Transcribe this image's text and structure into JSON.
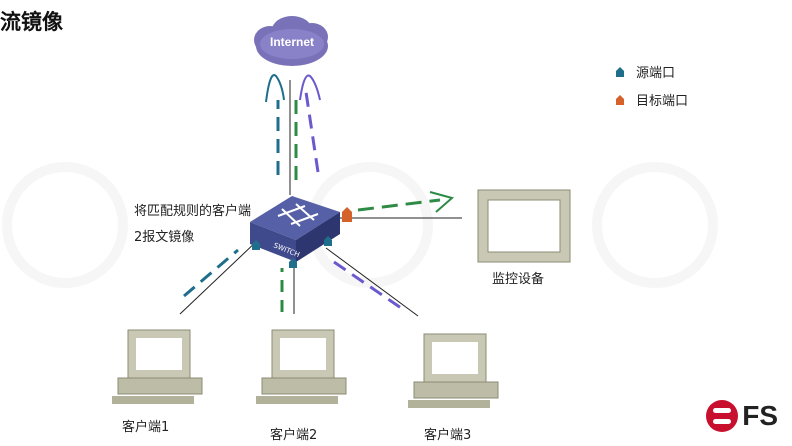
{
  "title": "流镜像",
  "cloud": {
    "label": "Internet"
  },
  "switch": {
    "label": "SWITCH"
  },
  "legend": [
    {
      "label": "源端口",
      "color": "#1f6e8c"
    },
    {
      "label": "目标端口",
      "color": "#d4622a"
    }
  ],
  "annotation": {
    "line1": "将匹配规则的客户端",
    "line2": "2报文镜像"
  },
  "monitor": {
    "label": "监控设备"
  },
  "clients": [
    {
      "label": "客户端1"
    },
    {
      "label": "客户端2"
    },
    {
      "label": "客户端3"
    }
  ],
  "brand": {
    "name": "FS"
  },
  "colors": {
    "green": "#2e8b46",
    "teal": "#1f6e8c",
    "purple": "#6a5acd",
    "cloud": "#7a72b8",
    "orange": "#d4622a"
  }
}
